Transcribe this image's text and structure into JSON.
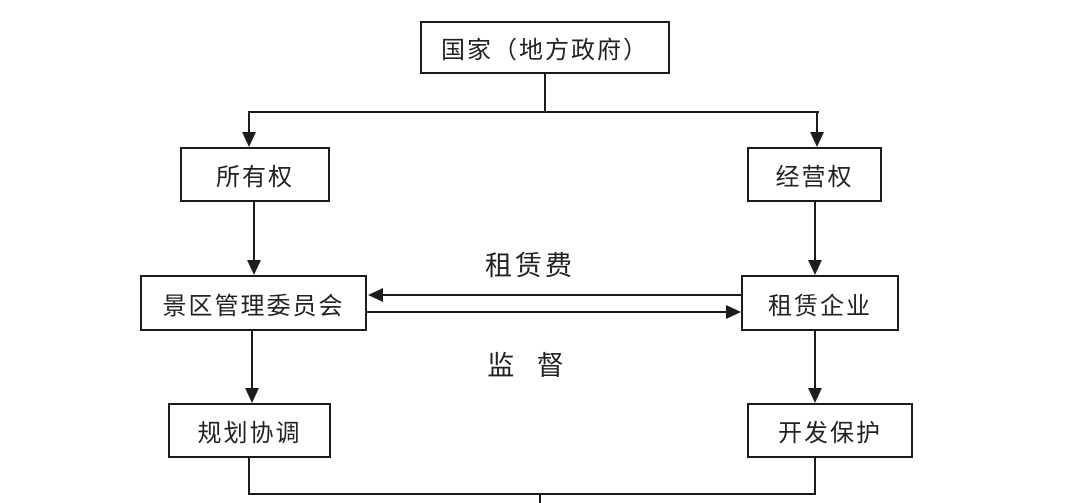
{
  "diagram": {
    "type": "flowchart",
    "nodes": {
      "government": {
        "label": "国家（地方政府）"
      },
      "ownership": {
        "label": "所有权"
      },
      "operation_right": {
        "label": "经营权"
      },
      "management_committee": {
        "label": "景区管理委员会"
      },
      "leasing_enterprise": {
        "label": "租赁企业"
      },
      "planning_coordination": {
        "label": "规划协调"
      },
      "development_protection": {
        "label": "开发保护"
      }
    },
    "edge_labels": {
      "lease_fee": "租赁费",
      "supervision": "监  督"
    },
    "relations": [
      "国家（地方政府） → 所有权",
      "国家（地方政府） → 经营权",
      "所有权 → 景区管理委员会",
      "经营权 → 租赁企业",
      "租赁企业 → 景区管理委员会 (租赁费)",
      "景区管理委员会 → 租赁企业 (监督)",
      "景区管理委员会 → 规划协调",
      "租赁企业 → 开发保护",
      "规划协调 + 开发保护 → (合流向下)"
    ],
    "colors": {
      "line": "#1c1c1c",
      "text": "#222222",
      "background": "#ffffff"
    }
  }
}
